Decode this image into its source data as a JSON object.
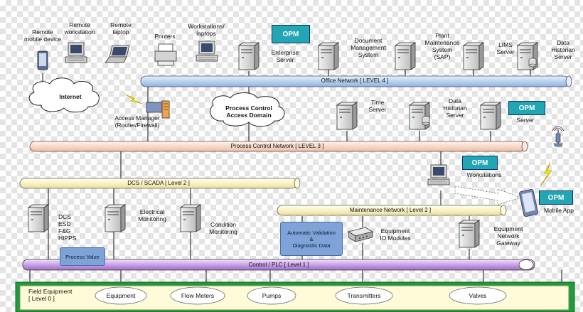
{
  "nodes": {
    "remote_mobile": "Remote\nmobile device",
    "remote_workstation": "Remote\nworkstation",
    "remote_laptop": "Remote\nlaptop",
    "printers": "Printers",
    "workstations_laptops": "Workstations/\nlaptops",
    "opm_enterprise_badge": "OPM",
    "enterprise_server": "Enterprise\nServer",
    "document_mgmt": "Document\nManagement\nSystem",
    "plant_maintenance": "Plant\nMaintenance\nSystem\n(SAP)",
    "lims_server": "LIMS\nServer",
    "data_historian_top": "Data\nHistorian\nServer",
    "internet": "Internet",
    "access_manager": "Access Manager\n(Router/Firewall)",
    "pc_access_domain": "Process Control\nAccess Domain",
    "time_server": "Time\nServer",
    "data_historian_mid": "Data\nHistorian\nServer",
    "opm_server_badge": "OPM",
    "opm_server": "Server",
    "opm_workstations_badge": "OPM",
    "opm_workstations": "Workstations",
    "opm_mobile_badge": "OPM",
    "mobile_app": "Mobile App",
    "dcs_group": "DCS\nESD\nF&G\nHIPPS",
    "electrical_monitoring": "Electrical\nMonitoring",
    "condition_monitoring": "Condition\nMonitoring",
    "auto_validation": "Automatic Validation\n&\nDiagnostic Data",
    "equipment_io": "Equipment\nIO Modules",
    "equipment_network_gateway": "Equipment\nNetwork\nGateway",
    "process_value": "Process Value"
  },
  "networks": {
    "office": "Office Network [ LEVEL 4 ]",
    "process_control": "Process Control Network [ LEVEL 3 ]",
    "dcs_scada": "DCS / SCADA [ Level 2 ]",
    "maintenance": "Maintenance Network [ Level 2 ]",
    "control_plc": "Control / PLC [ Level 1 ]"
  },
  "field": {
    "title": "Field Equipment\n[ Level 0 ]",
    "items": [
      "Equipment",
      "Flow Meters",
      "Pumps",
      "Transmitters",
      "Valves"
    ]
  },
  "colors": {
    "office_pipe": "#c7dcf5",
    "process_pipe": "#f7ddcf",
    "dcs_pipe": "#fbf5c8",
    "maint_pipe": "#fbf5c8",
    "control_pipe": "#c9a6e6",
    "field_band": "#1e9b3a",
    "opm": "#22a6b3"
  },
  "icons": [
    "server-icon",
    "workstation-icon",
    "laptop-icon",
    "printer-icon",
    "mobile-device-icon",
    "cloud-icon",
    "router-icon",
    "lightning-icon",
    "antenna-icon",
    "io-module-icon"
  ]
}
